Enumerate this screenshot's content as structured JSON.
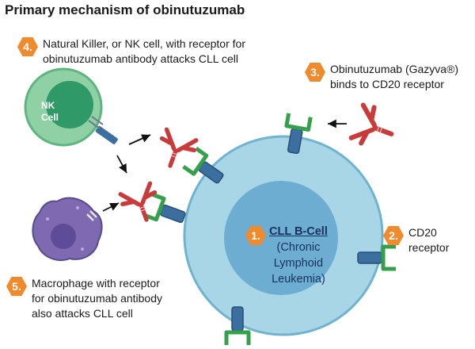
{
  "title": "Primary mechanism of obinutuzumab",
  "steps": [
    {
      "number": "4.",
      "lines": [
        "Natural Killer, or NK cell, with receptor for",
        "obinutuzumab antibody attacks CLL cell"
      ]
    },
    {
      "number": "3.",
      "lines": [
        "Obinutuzumab (Gazyva®)",
        "binds to CD20 receptor"
      ]
    },
    {
      "number": "2.",
      "lines": [
        "CD20",
        "receptor"
      ]
    },
    {
      "number": "5.",
      "lines": [
        "Macrophage with receptor",
        "for obinutuzumab antibody",
        "also attacks CLL cell"
      ]
    }
  ],
  "cll": {
    "number": "1.",
    "title": "CLL B-Cell",
    "lines": [
      "(Chronic",
      "Lymphoid",
      "Leukemia)"
    ]
  },
  "nk_label": [
    "NK",
    "Cell"
  ],
  "colors": {
    "badge": "#ef8a2d",
    "cll_outer": "#a9d6e6",
    "cll_inner": "#5b9fcb",
    "nk_outer": "#8fd0a4",
    "nk_inner": "#2f9a67",
    "macrophage": "#7d6ab0",
    "antibody": "#c93a3a",
    "receptor": "#3b6fa0",
    "cd20": "#35a04a"
  }
}
